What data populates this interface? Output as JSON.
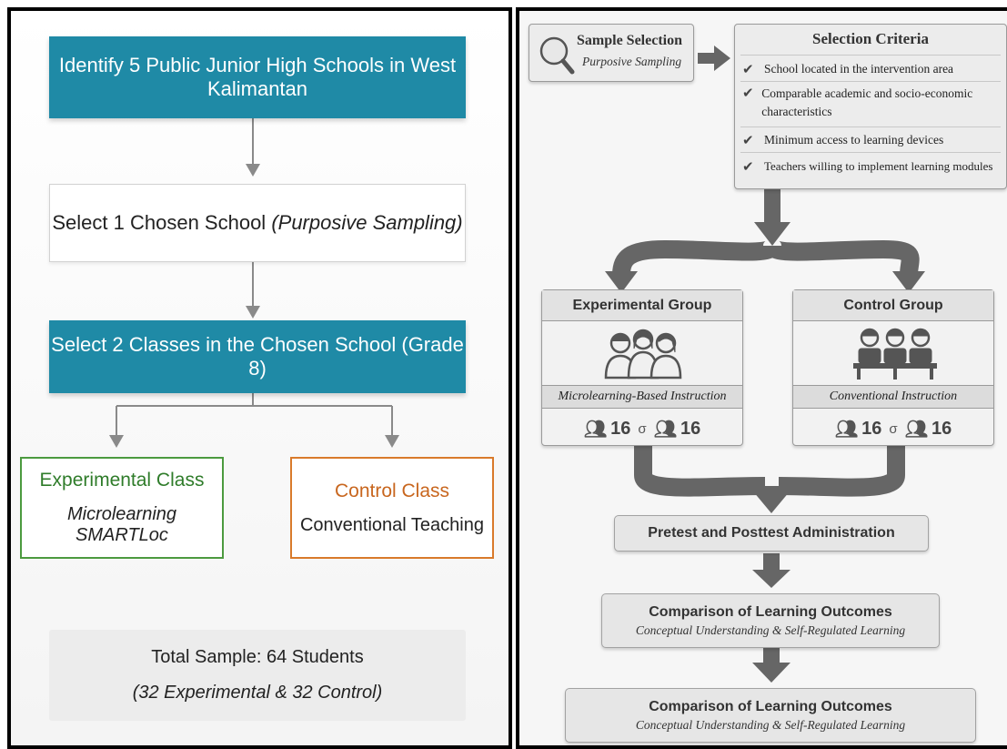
{
  "left": {
    "step1": "Identify 5 Public Junior High Schools in West Kalimantan",
    "step2_main": "Select 1 Chosen School ",
    "step2_italic": "(Purposive Sampling)",
    "step3": "Select 2 Classes in the Chosen School (Grade 8)",
    "experimental": {
      "title": "Experimental Class",
      "subtitle": "Microlearning SMARTLoc"
    },
    "control": {
      "title": "Control Class",
      "subtitle": "Conventional Teaching"
    },
    "summary": {
      "line1": "Total Sample: 64 Students",
      "line2": "(32 Experimental & 32 Control)"
    }
  },
  "right": {
    "sample_selection": {
      "title": "Sample Selection",
      "subtitle": "Purposive Sampling",
      "icon": "magnifier-icon"
    },
    "criteria": {
      "title": "Selection Criteria",
      "items": [
        "School located in the intervention area",
        "Comparable academic and socio-economic characteristics",
        "Minimum access to learning devices",
        "Teachers willing to implement learning modules"
      ]
    },
    "experimental_group": {
      "title": "Experimental Group",
      "label": "Microlearning-Based Instruction",
      "count_a": "16",
      "count_b": "16",
      "sep": "σ"
    },
    "control_group": {
      "title": "Control Group",
      "label": "Conventional Instruction",
      "count_a": "16",
      "count_b": "16",
      "sep": "σ"
    },
    "pretest": "Pretest and Posttest Administration",
    "comparison1": {
      "title": "Comparison of Learning Outcomes",
      "subtitle": "Conceptual Understanding & Self-Regulated Learning"
    },
    "comparison2": {
      "title": "Comparison of Learning Outcomes",
      "subtitle": "Conceptual Understanding & Self-Regulated Learning"
    }
  },
  "colors": {
    "teal": "#1f8aa6",
    "experimental": "#4c9a3f",
    "control": "#d97a2b",
    "arrow": "#666666"
  }
}
